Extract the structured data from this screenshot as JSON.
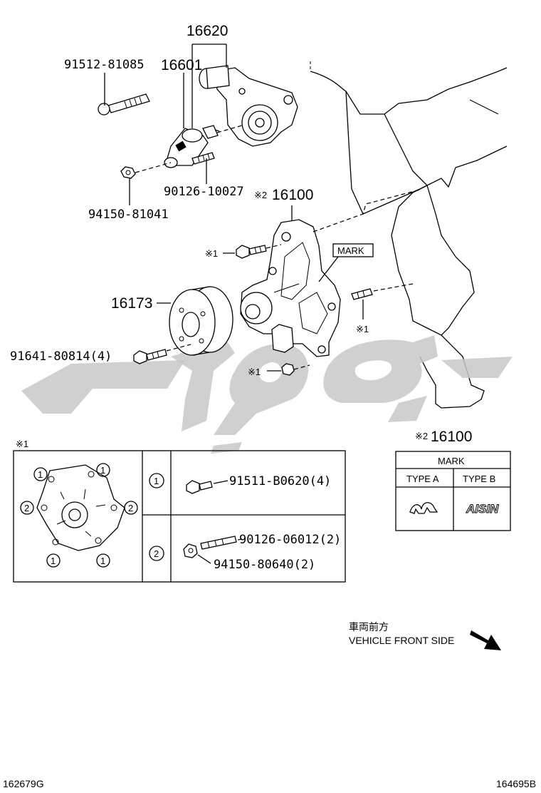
{
  "labels": {
    "p16620": "16620",
    "p16601": "16601",
    "p91512": "91512-81085",
    "p90126a": "90126-10027",
    "p94150a": "94150-81041",
    "p16100_top": "16100",
    "ref2_top": "※2",
    "ref1_a": "※1",
    "ref1_b": "※1",
    "ref1_c": "※1",
    "mark_callout": "MARK",
    "p16173": "16173",
    "p91641": "91641-80814(4)"
  },
  "detail": {
    "ref1_title": "※1",
    "row1_index": "1",
    "row1_part": "91511-B0620(4)",
    "row2_index": "2",
    "row2_part1": "90126-06012(2)",
    "row2_part2": "94150-80640(2)",
    "circle_labels": [
      "1",
      "1",
      "2",
      "2",
      "1",
      "1"
    ]
  },
  "mark_table": {
    "ref": "※2",
    "part": "16100",
    "header": "MARK",
    "col_a": "TYPE A",
    "col_b": "TYPE B",
    "logo_b": "AISIN"
  },
  "direction": {
    "jp": "車両前方",
    "en": "VEHICLE FRONT SIDE"
  },
  "footer": {
    "left_code": "162679G",
    "right_code": "164695B"
  }
}
